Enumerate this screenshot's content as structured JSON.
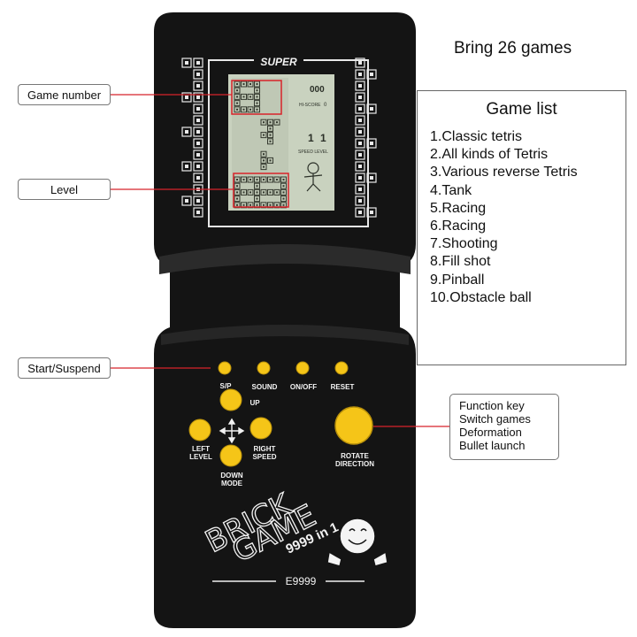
{
  "heading": "Bring 26 games",
  "device": {
    "brand": "SUPER",
    "model": "E9999",
    "logo_line1": "BRICK",
    "logo_line2": "GAME",
    "logo_tagline": "9999 in 1"
  },
  "lcd": {
    "score": "000",
    "hiscore_label": "HI-SCORE",
    "hiscore_value": "0",
    "speed_value": "1",
    "level_value": "1",
    "speed_level_label": "SPEED  LEVEL"
  },
  "buttons": {
    "sp": "S/P",
    "sound": "SOUND",
    "onoff": "ON/OFF",
    "reset": "RESET",
    "up": "UP",
    "left": "LEFT\nLEVEL",
    "right": "RIGHT\nSPEED",
    "down": "DOWN\nMODE",
    "rotate": "ROTATE\nDIRECTION"
  },
  "callouts": {
    "game_number": "Game number",
    "level": "Level",
    "start_suspend": "Start/Suspend",
    "function_lines": [
      "Function key",
      "Switch games",
      "Deformation",
      "Bullet launch"
    ]
  },
  "game_list": {
    "title": "Game list",
    "items": [
      "1.Classic tetris",
      "2.All kinds of Tetris",
      "3.Various reverse Tetris",
      "4.Tank",
      "5.Racing",
      "6.Racing",
      "7.Shooting",
      "8.Fill shot",
      "9.Pinball",
      "10.Obstacle ball"
    ]
  },
  "colors": {
    "device_body": "#141414",
    "button_yellow": "#f5c518",
    "lcd_background": "#c9d2bf",
    "callout_line": "#d8232a"
  }
}
